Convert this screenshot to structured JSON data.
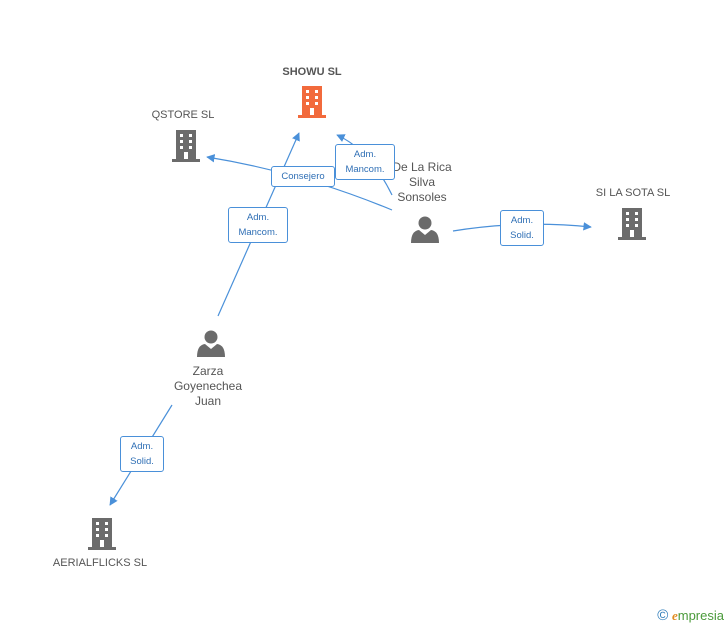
{
  "nodes": {
    "showu": {
      "label": "SHOWU SL",
      "type": "company",
      "color": "#f26a3c"
    },
    "qstore": {
      "label": "QSTORE SL",
      "type": "company",
      "color": "#6b6b6b"
    },
    "silasota": {
      "label": "SI LA SOTA  SL",
      "type": "company",
      "color": "#6b6b6b"
    },
    "aerialflicks": {
      "label": "AERIALFLICKS SL",
      "type": "company",
      "color": "#6b6b6b"
    },
    "delarica": {
      "label_lines": [
        "De La Rica",
        "Silva",
        "Sonsoles"
      ],
      "type": "person",
      "color": "#6b6b6b"
    },
    "zarza": {
      "label_lines": [
        "Zarza",
        "Goyenechea",
        "Juan"
      ],
      "type": "person",
      "color": "#6b6b6b"
    }
  },
  "edges": {
    "consejero": {
      "lines": [
        "Consejero"
      ]
    },
    "adm_mancom_delarica": {
      "lines": [
        "Adm.",
        "Mancom."
      ]
    },
    "adm_mancom_zarza": {
      "lines": [
        "Adm.",
        "Mancom."
      ]
    },
    "adm_solid_delarica": {
      "lines": [
        "Adm.",
        "Solid."
      ]
    },
    "adm_solid_zarza": {
      "lines": [
        "Adm.",
        "Solid."
      ]
    }
  },
  "colors": {
    "edge": "#4a90d9",
    "accent": "#f26a3c",
    "icon": "#6b6b6b"
  },
  "brand": {
    "copyright": "©",
    "initial": "e",
    "rest": "mpresia"
  }
}
